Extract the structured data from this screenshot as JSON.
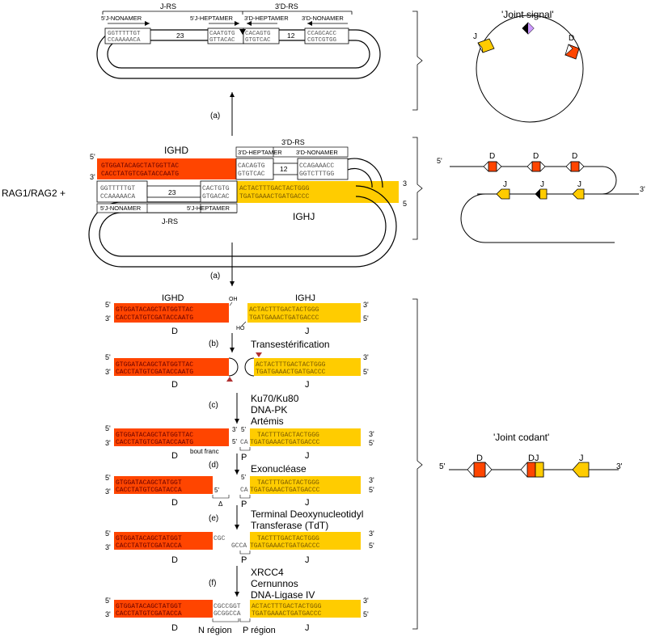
{
  "colors": {
    "d_segment": "#ff4500",
    "j_segment": "#ffcc00",
    "line": "#000000",
    "purple_mark": "#cc99ff"
  },
  "top_panel": {
    "j_rs": "J-RS",
    "d_rs": "3'D-RS",
    "j_nonamer": "5'J-NONAMER",
    "j_heptamer": "5'J-HEPTAMER",
    "d_heptamer": "3'D-HEPTAMER",
    "d_nonamer": "3'D-NONAMER",
    "seq_jnon_1": "GGTTTTTGT",
    "seq_jnon_2": "CCAAAAACA",
    "spacer_23": "23",
    "seq_jhep_1": "CAATGTG",
    "seq_jhep_2": "GTTACAC",
    "seq_dhep_1": "CACAGTG",
    "seq_dhep_2": "GTGTCAC",
    "spacer_12": "12",
    "seq_dnon_1": "CCAGCACC",
    "seq_dnon_2": "CGTCGTGG"
  },
  "joint_signal": {
    "title": "'Joint signal'",
    "label_j": "J",
    "label_d": "D"
  },
  "step_a": "(a)",
  "middle_panel": {
    "ighd": "IGHD",
    "ighj": "IGHJ",
    "d_rs": "3'D-RS",
    "j_rs": "J-RS",
    "d_heptamer": "3'D-HEPTAMER",
    "d_nonamer": "3'D-NONAMER",
    "j_nonamer": "5'J-NONAMER",
    "j_heptamer": "5'J-HEPTAMER",
    "five_prime": "5'",
    "three_prime": "3'",
    "three": "3",
    "five": "5",
    "seq_d_top": "GTGGATACAGCTATGGTTAC",
    "seq_d_bot": "CACCTATGTCGATACCAATG",
    "seq_dhep_1": "CACAGTG",
    "seq_dhep_2": "GTGTCAC",
    "spacer_12": "12",
    "seq_dnon_1": "CCAGAAACC",
    "seq_dnon_2": "GGTCTTTGG",
    "seq_jnon_1": "GGTTTTTGT",
    "seq_jnon_2": "CCAAAAACA",
    "spacer_23": "23",
    "seq_jhep_1": "CACTGTG",
    "seq_jhep_2": "GTGACAC",
    "seq_j_top": "ACTACTTTGACTACTGGG",
    "seq_j_bot": "TGATGAAACTGATGACCC"
  },
  "rag_label": "RAG1/RAG2 +",
  "germline": {
    "label_5": "5'",
    "label_3": "3'",
    "d": "D",
    "j": "J"
  },
  "joint_codant": {
    "title": "'Joint codant'",
    "label_5": "5'",
    "label_3": "3'",
    "d": "D",
    "dj": "DJ",
    "j": "J"
  },
  "steps": {
    "s1": {
      "ighd": "IGHD",
      "ighj": "IGHJ",
      "oh": "OH",
      "ho": "HO",
      "d_top": "GTGGATACAGCTATGGTTAC",
      "d_bot": "CACCTATGTCGATACCAATG",
      "j_top": "ACTACTTTGACTACTGGG",
      "j_bot": "TGATGAAACTGATGACCC"
    },
    "b": {
      "label": "(b)",
      "enzyme": "Transestérification",
      "d_top": "GTGGATACAGCTATGGTTAC",
      "d_bot": "CACCTATGTCGATACCAATG",
      "j_top": "ACTACTTTGACTACTGGG",
      "j_bot": "TGATGAAACTGATGACCC"
    },
    "c": {
      "label": "(c)",
      "enzyme_1": "Ku70/Ku80",
      "enzyme_2": "DNA-PK",
      "enzyme_3": "Artémis",
      "bout_franc": "bout franc",
      "p": "P",
      "d_top": "GTGGATACAGCTATGGTTAC",
      "d_bot": "CACCTATGTCGATACCAATG",
      "j_top": "TACTTTGACTACTGGG",
      "j_bot": "TGATGAAACTGATGACCC",
      "p_bases": "CA"
    },
    "d": {
      "label": "(d)",
      "enzyme": "Exonucléase",
      "delta": "Δ",
      "p": "P",
      "d_top": "GTGGATACAGCTATGGT",
      "d_bot": "CACCTATGTCGATACCA",
      "j_top": "TACTTTGACTACTGGG",
      "j_bot": "TGATGAAACTGATGACCC",
      "p_bases": "CA"
    },
    "e": {
      "label": "(e)",
      "enzyme_1": "Terminal Deoxynucleotidyl",
      "enzyme_2": "Transferase (TdT)",
      "p": "P",
      "d_top": "GTGGATACAGCTATGGT",
      "d_bot": "CACCTATGTCGATACCA",
      "n_top": "CGC",
      "j_top": "TACTTTGACTACTGGG",
      "j_bot": "TGATGAAACTGATGACCC",
      "p_bases": "GCCA"
    },
    "f": {
      "label": "(f)",
      "enzyme_1": "XRCC4",
      "enzyme_2": "Cernunnos",
      "enzyme_3": "DNA-Ligase IV",
      "n_region": "N région",
      "p_region": "P région",
      "d_top": "GTGGATACAGCTATGGT",
      "d_bot": "CACCTATGTCGATACCA",
      "mid_top": "CGCCGGT",
      "mid_bot": "GCGGCCA",
      "j_top": "ACTACTTTGACTACTGGG",
      "j_bot": "TGATGAAACTGATGACCC"
    },
    "ends": {
      "five": "5'",
      "three": "3'",
      "d": "D",
      "j": "J"
    }
  }
}
